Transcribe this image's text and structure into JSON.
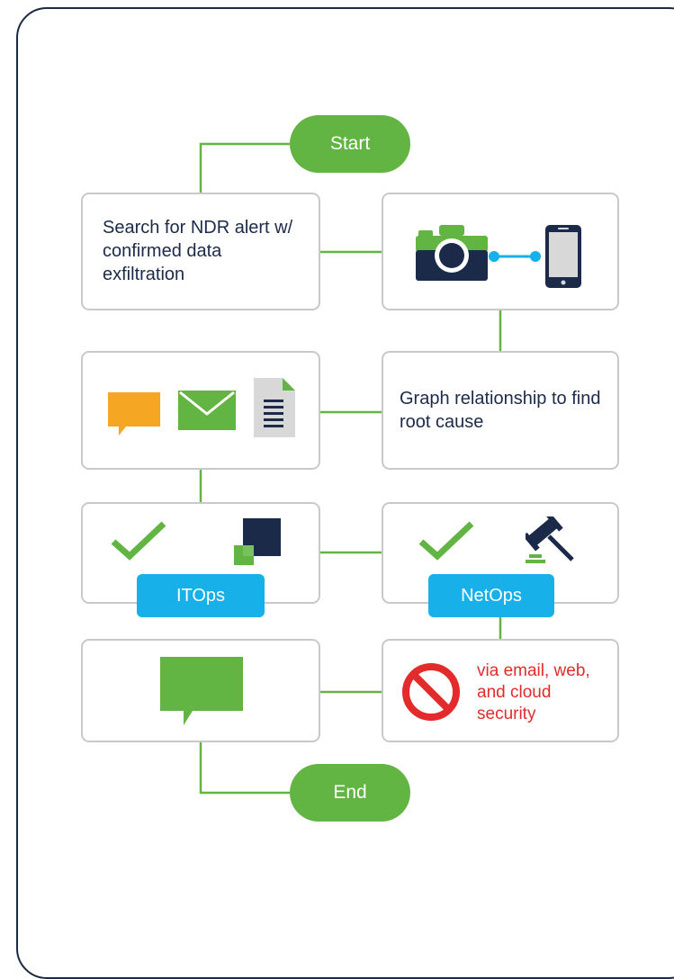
{
  "start": {
    "label": "Start"
  },
  "end": {
    "label": "End"
  },
  "steps": {
    "search": {
      "text": "Search for NDR alert w/ confirmed data exfiltration"
    },
    "graph": {
      "text": "Graph relationship to find root cause"
    },
    "itops": {
      "tag": "ITOps"
    },
    "netops": {
      "tag": "NetOps"
    },
    "block": {
      "text": "via email, web, and cloud security"
    }
  },
  "colors": {
    "green": "#62b542",
    "navy": "#1c2a4a",
    "teal": "#17b0e8",
    "orange": "#f5a623",
    "red": "#e32b2b",
    "border": "#c9c9c9",
    "phone_gray": "#d8d8d8"
  },
  "icons": [
    "camera-icon",
    "link-icon",
    "phone-icon",
    "chat-bubble-icon",
    "envelope-icon",
    "document-icon",
    "checkmark-icon",
    "squares-icon",
    "gavel-icon",
    "message-icon",
    "prohibited-icon"
  ]
}
